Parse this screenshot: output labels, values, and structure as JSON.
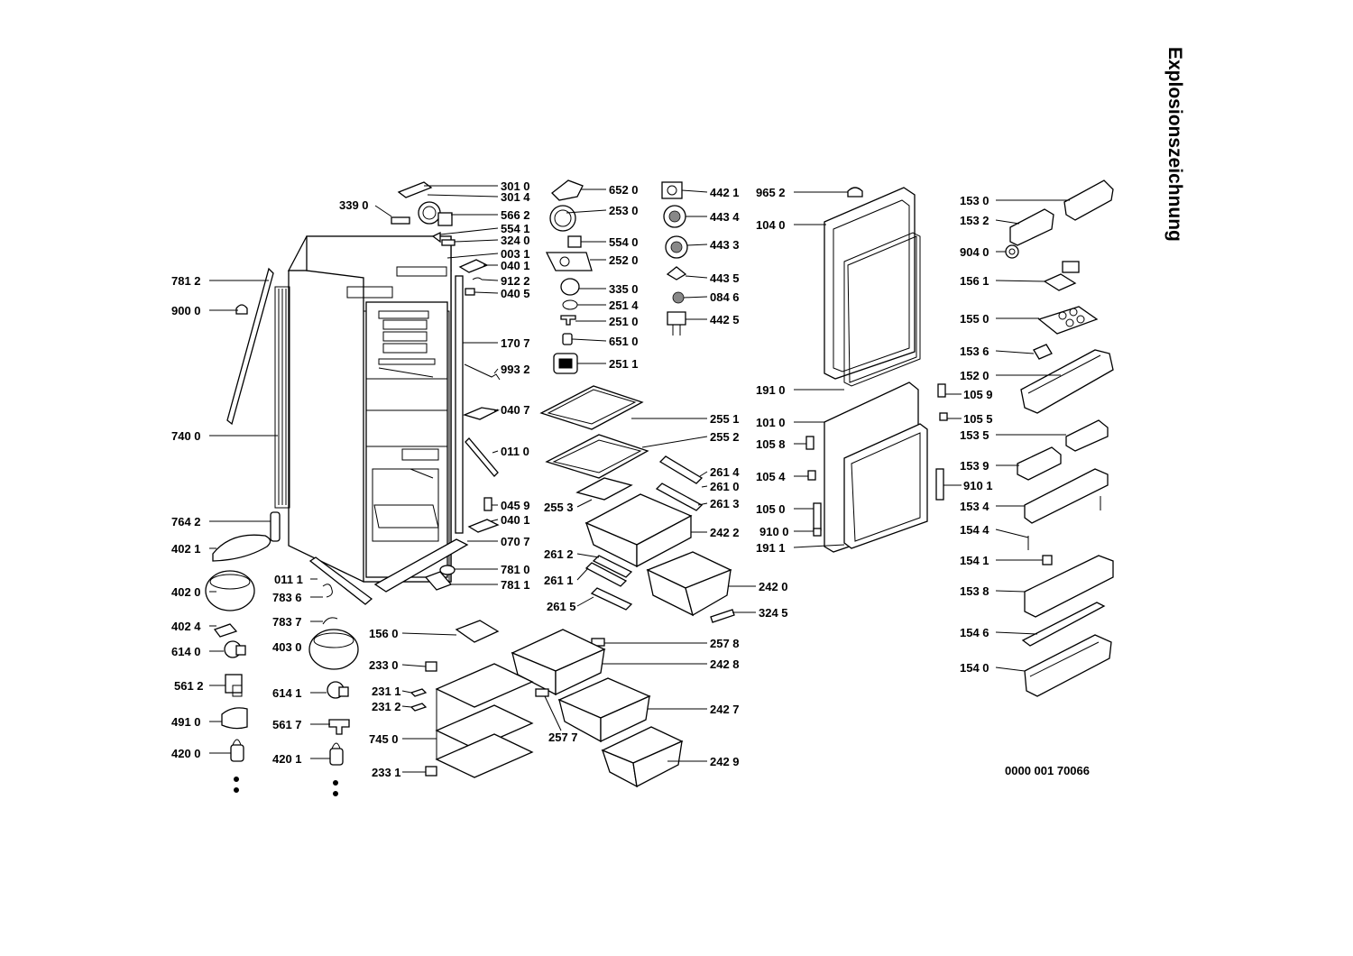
{
  "title": "Explosionszeichnung",
  "drawing_number": "0000 001 70066",
  "labels": {
    "l3010": "301 0",
    "l3014": "301 4",
    "l3390": "339 0",
    "l5662": "566 2",
    "l5541": "554 1",
    "l3240": "324 0",
    "l0031": "003 1",
    "l0401": "040 1",
    "l9122": "912 2",
    "l0405": "040 5",
    "l7812": "781 2",
    "l9000": "900 0",
    "l1707": "170 7",
    "l9932": "993 2",
    "l0407": "040 7",
    "l7400": "740 0",
    "l0110": "011 0",
    "l0459": "045 9",
    "l0401b": "040 1",
    "l7642": "764 2",
    "l0707": "070 7",
    "l4021": "402 1",
    "l7810": "781 0",
    "l0111": "011 1",
    "l7811": "781 1",
    "l4020": "402 0",
    "l7836": "783 6",
    "l4024": "402 4",
    "l7837": "783 7",
    "l6140": "614 0",
    "l4030": "403 0",
    "l5612": "561 2",
    "l6141": "614 1",
    "l4910": "491 0",
    "l5617": "561 7",
    "l4200": "420 0",
    "l4201": "420 1",
    "l6520": "652 0",
    "l2530": "253 0",
    "l5540": "554 0",
    "l2520": "252 0",
    "l3350": "335 0",
    "l2514": "251 4",
    "l2510": "251 0",
    "l6510": "651 0",
    "l2511": "251 1",
    "l2551": "255 1",
    "l2552": "255 2",
    "l2614": "261 4",
    "l2610": "261 0",
    "l2613": "261 3",
    "l2553": "255 3",
    "l2422": "242 2",
    "l2612": "261 2",
    "l2611": "261 1",
    "l2420": "242 0",
    "l2615": "261 5",
    "l3245": "324 5",
    "l1560": "156 0",
    "l2578": "257 8",
    "l2330": "233 0",
    "l2428": "242 8",
    "l2311": "231 1",
    "l2312": "231 2",
    "l2427": "242 7",
    "l7450": "745 0",
    "l2577": "257 7",
    "l2429": "242 9",
    "l2331": "233 1",
    "l4421": "442 1",
    "l4434": "443 4",
    "l4433": "443 3",
    "l4435": "443 5",
    "l0846": "084 6",
    "l4425": "442 5",
    "l9652": "965 2",
    "l1040": "104 0",
    "l1910": "191 0",
    "l1059": "105 9",
    "l1010": "101 0",
    "l1055": "105 5",
    "l1058": "105 8",
    "l1054": "105 4",
    "l9101": "910 1",
    "l1050": "105 0",
    "l9100": "910 0",
    "l1911": "191 1",
    "l1530": "153 0",
    "l1532": "153 2",
    "l9040": "904 0",
    "l1561": "156 1",
    "l1550": "155 0",
    "l1536": "153 6",
    "l1520": "152 0",
    "l1535": "153 5",
    "l1539": "153 9",
    "l1534": "153 4",
    "l1544": "154 4",
    "l1541": "154 1",
    "l1538": "153 8",
    "l1546": "154 6",
    "l1540": "154 0"
  }
}
